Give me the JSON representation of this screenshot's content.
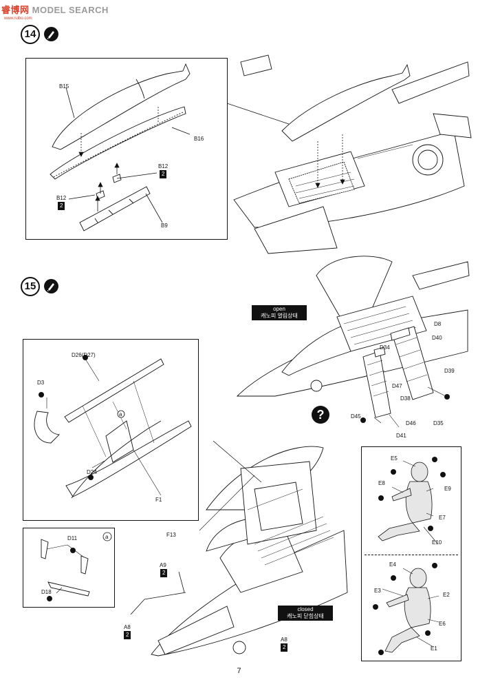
{
  "watermark": {
    "cn": "睿博网",
    "en": "MODEL SEARCH",
    "sub": "www.ruibo.com"
  },
  "steps": [
    {
      "number": "14"
    },
    {
      "number": "15"
    }
  ],
  "step14": {
    "parts": {
      "b15": "B15",
      "b16": "B16",
      "b12a": "B12",
      "b12a_cnt": "2",
      "b12b": "B12",
      "b12b_cnt": "2",
      "b9": "B9"
    }
  },
  "step15": {
    "open_tag": {
      "en": "open",
      "ko": "캐노피 열림상태"
    },
    "closed_tag": {
      "en": "closed",
      "ko": "캐노피 닫힘상태"
    },
    "ladder_parts": [
      "D8",
      "D40",
      "D34",
      "D39",
      "D47",
      "D38",
      "D45",
      "D46",
      "D41",
      "D35"
    ],
    "detail_parts": {
      "d26": "D26(D27)",
      "d3": "D3",
      "d24": "D24",
      "f1": "F1",
      "a": "a"
    },
    "inset_a": {
      "d11": "D11",
      "d18": "D18",
      "a": "a"
    },
    "main_parts": {
      "f13": "F13",
      "a9": "A9",
      "a9_cnt": "2",
      "a8l": "A8",
      "a8l_cnt": "2",
      "a8r": "A8",
      "a8r_cnt": "2"
    },
    "pilot1": [
      "E5",
      "E8",
      "E9",
      "E7",
      "E10"
    ],
    "pilot2": [
      "E4",
      "E3",
      "E2",
      "E6",
      "E1"
    ]
  },
  "page_number": "7"
}
